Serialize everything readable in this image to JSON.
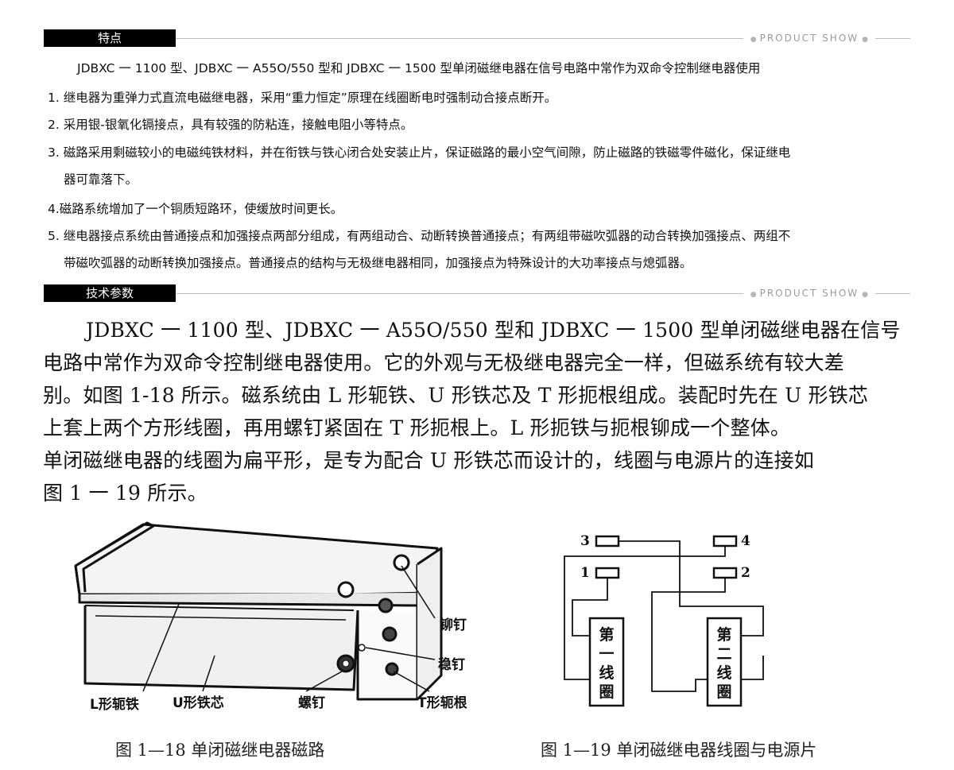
{
  "sections": [
    {
      "tag": "特点",
      "show": "PRODUCT SHOW"
    },
    {
      "tag": "技术参数",
      "show": "PRODUCT SHOW"
    }
  ],
  "features": {
    "intro": "JDBXC 一 1100 型、JDBXC 一 A55O/550 型和 JDBXC 一 1500 型单闭磁继电器在信号电路中常作为双命令控制继电器使用",
    "items": [
      {
        "num": "1.",
        "lines": [
          "继电器为重弹力式直流电磁继电器，采用“重力恒定”原理在线圈断电时强制动合接点断开。"
        ]
      },
      {
        "num": "2.",
        "lines": [
          "采用银-银氧化镉接点，具有较强的防粘连，接触电阻小等特点。"
        ]
      },
      {
        "num": "3.",
        "lines": [
          "磁路采用剩磁较小的电磁纯铁材料，并在衔铁与铁心闭合处安装止片，保证磁路的最小空气间隙，防止磁路的铁磁零件磁化，保证继电",
          "器可靠落下。"
        ]
      },
      {
        "num": "4.",
        "lines": [
          "磁路系统增加了一个铜质短路环，使缓放时间更长。"
        ]
      },
      {
        "num": "5.",
        "lines": [
          "继电器接点系统由普通接点和加强接点两部分组成，有两组动合、动断转换普通接点；有两组带磁吹弧器的动合转换加强接点、两组不",
          "带磁吹弧器的动断转换加强接点。普通接点的结构与无极继电器相同，加强接点为特殊设计的大功率接点与熄弧器。"
        ]
      }
    ]
  },
  "params": {
    "lines": [
      "JDBXC 一 1100 型、JDBXC 一 A55O/550 型和 JDBXC 一 1500 型单闭磁继电器在信号",
      "电路中常作为双命令控制继电器使用。它的外观与无极继电器完全一样，但磁系统有较大差",
      "别。如图 1-18 所示。磁系统由 L 形轭铁、U 形铁芯及 T 形扼根组成。装配时先在 U 形铁芯",
      "上套上两个方形线圈，再用螺钉紧固在 T 形扼根上。L 形扼铁与扼根铆成一个整体。",
      "单闭磁继电器的线圈为扁平形，是专为配合 U 形铁芯而设计的，线圈与电源片的连接如",
      "图 1 一 19 所示。"
    ]
  },
  "fig18": {
    "caption": "图 1—18 单闭磁继电器磁路",
    "labels": {
      "rivet": "铆钉",
      "pin": "稳钉",
      "screw": "螺钉",
      "l_yoke": "L形轭铁",
      "u_core": "U形铁芯",
      "t_root": "T形轭根"
    }
  },
  "fig19": {
    "caption": "图 1—19 单闭磁继电器线圈与电源片",
    "terminals": [
      "3",
      "4",
      "1",
      "2"
    ],
    "coil1": [
      "第",
      "一",
      "线",
      "圈"
    ],
    "coil2": [
      "第",
      "二",
      "线",
      "圈"
    ]
  }
}
